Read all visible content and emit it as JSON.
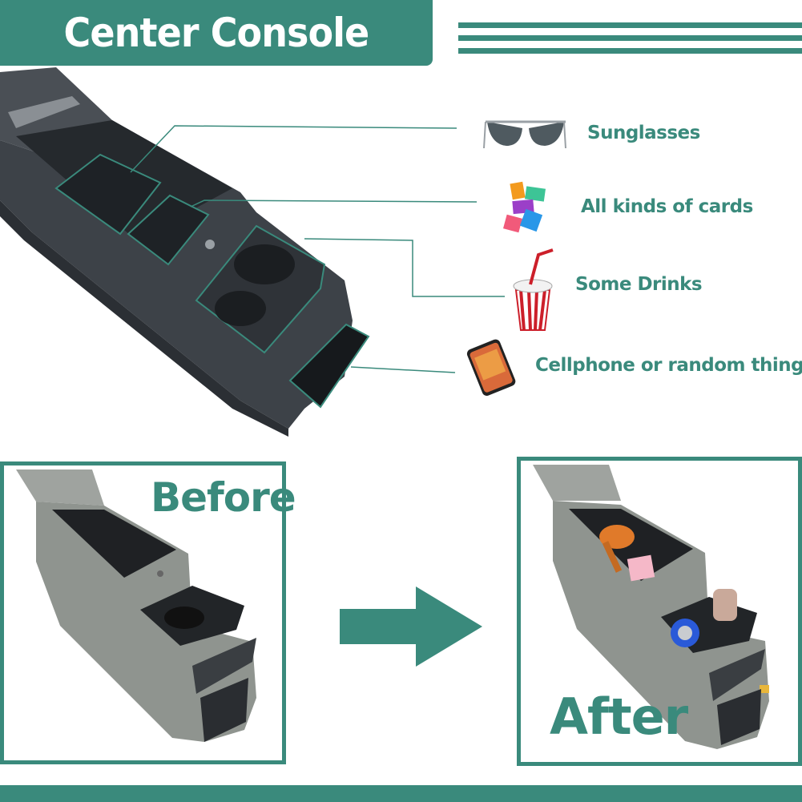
{
  "header": {
    "title": "Center Console"
  },
  "features": [
    {
      "label": "Sunglasses",
      "icon": "sunglasses-icon"
    },
    {
      "label": "All kinds of cards",
      "icon": "cards-icon"
    },
    {
      "label": "Some Drinks",
      "icon": "drink-cup-icon"
    },
    {
      "label": "Cellphone or random things",
      "icon": "cellphone-icon"
    }
  ],
  "comparison": {
    "before_label": "Before",
    "after_label": "After"
  },
  "colors": {
    "accent": "#3a8a7c",
    "console": "#3d4248",
    "console_gray": "#8f948f"
  }
}
